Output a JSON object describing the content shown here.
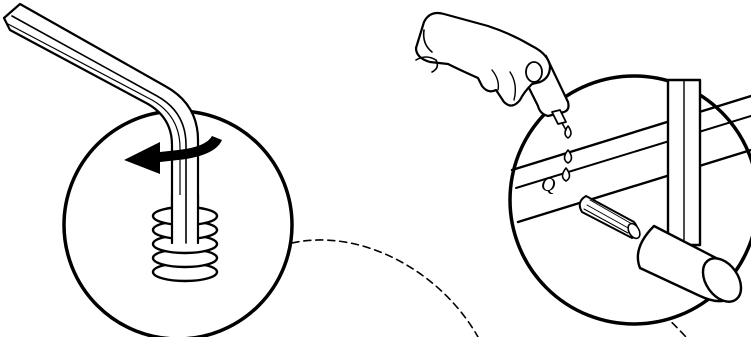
{
  "illustration": {
    "left_panel": {
      "subject": "hex-key-turning-threaded-insert",
      "rotation": "clockwise"
    },
    "right_panel": {
      "subject": "glue-applied-to-hole-then-dowel-inserted-with-mallet",
      "hole_label": "Q"
    },
    "colors": {
      "ink": "#000000",
      "background": "#ffffff"
    }
  }
}
